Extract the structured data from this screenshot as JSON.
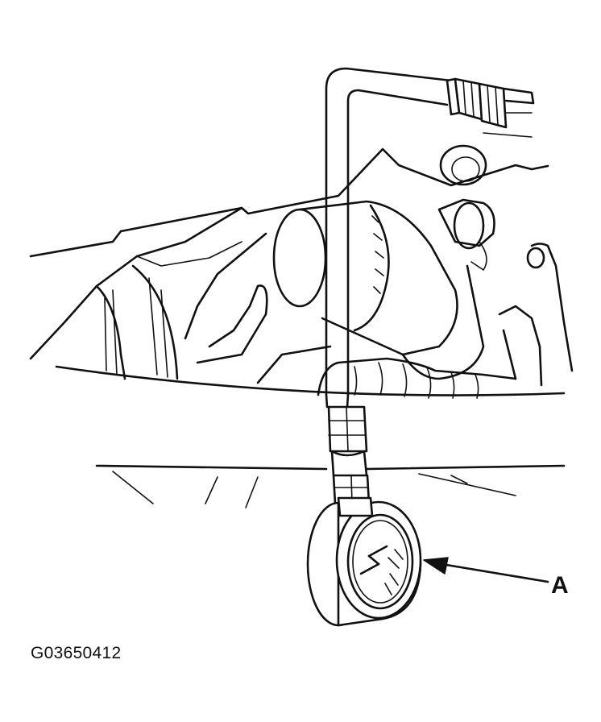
{
  "callout": {
    "label": "A",
    "target": "pressure-gauge"
  },
  "figure": {
    "id": "G03650412"
  },
  "colors": {
    "ink": "#111111",
    "paper": "#ffffff"
  }
}
